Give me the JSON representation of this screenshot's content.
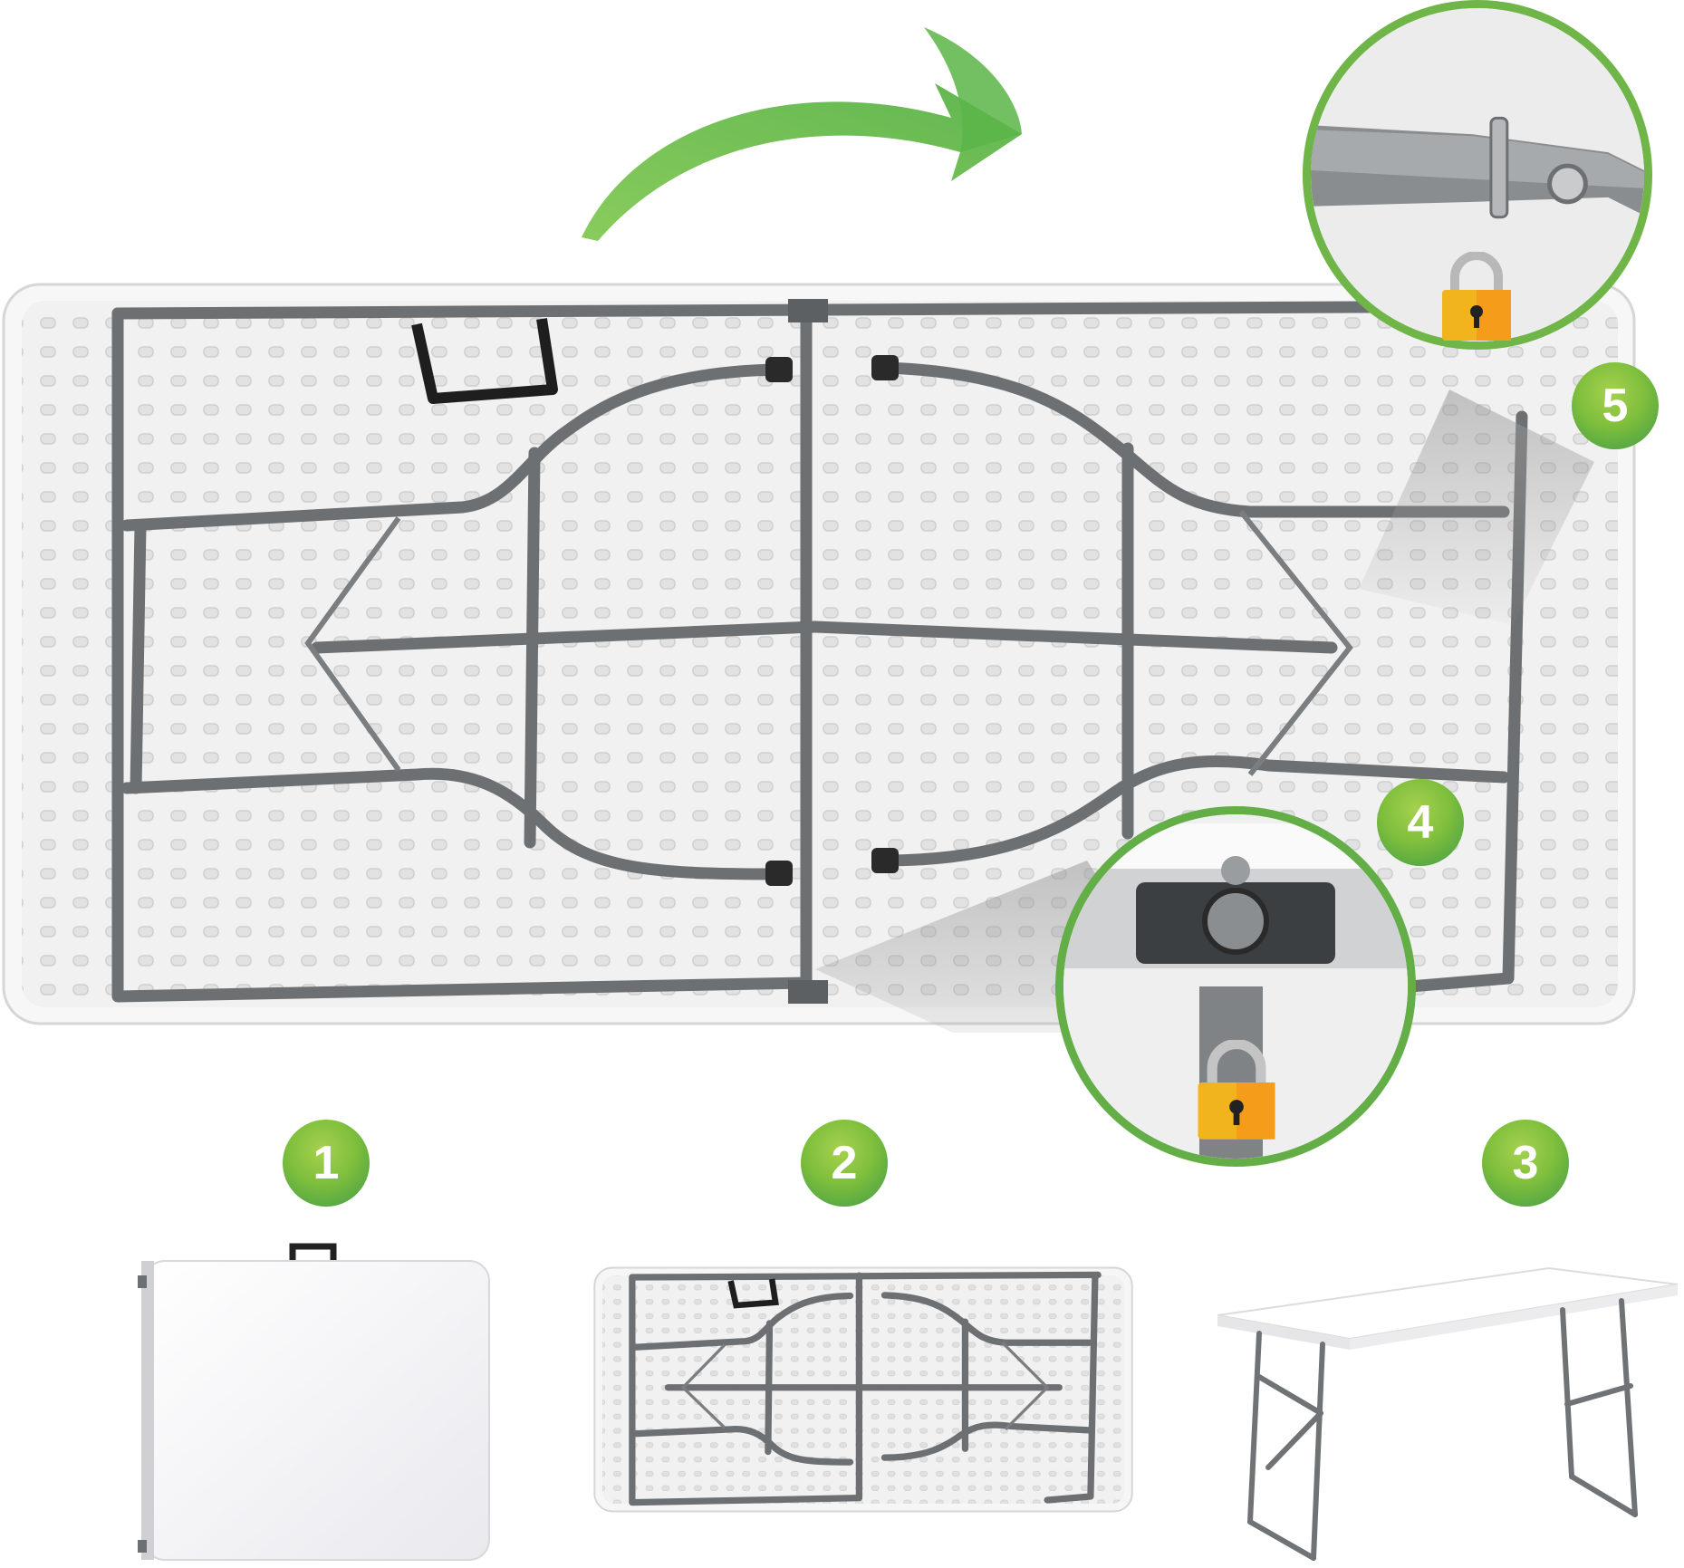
{
  "steps": {
    "one": "1",
    "two": "2",
    "three": "3",
    "four": "4",
    "five": "5"
  },
  "colors": {
    "accent_green": "#6dbb44",
    "frame_gray": "#6b6e70",
    "lock_gold": "#f2b41c",
    "table_white": "#f4f4f4"
  },
  "icons": {
    "arrow": "curved-arrow-icon",
    "lock": "padlock-icon"
  }
}
